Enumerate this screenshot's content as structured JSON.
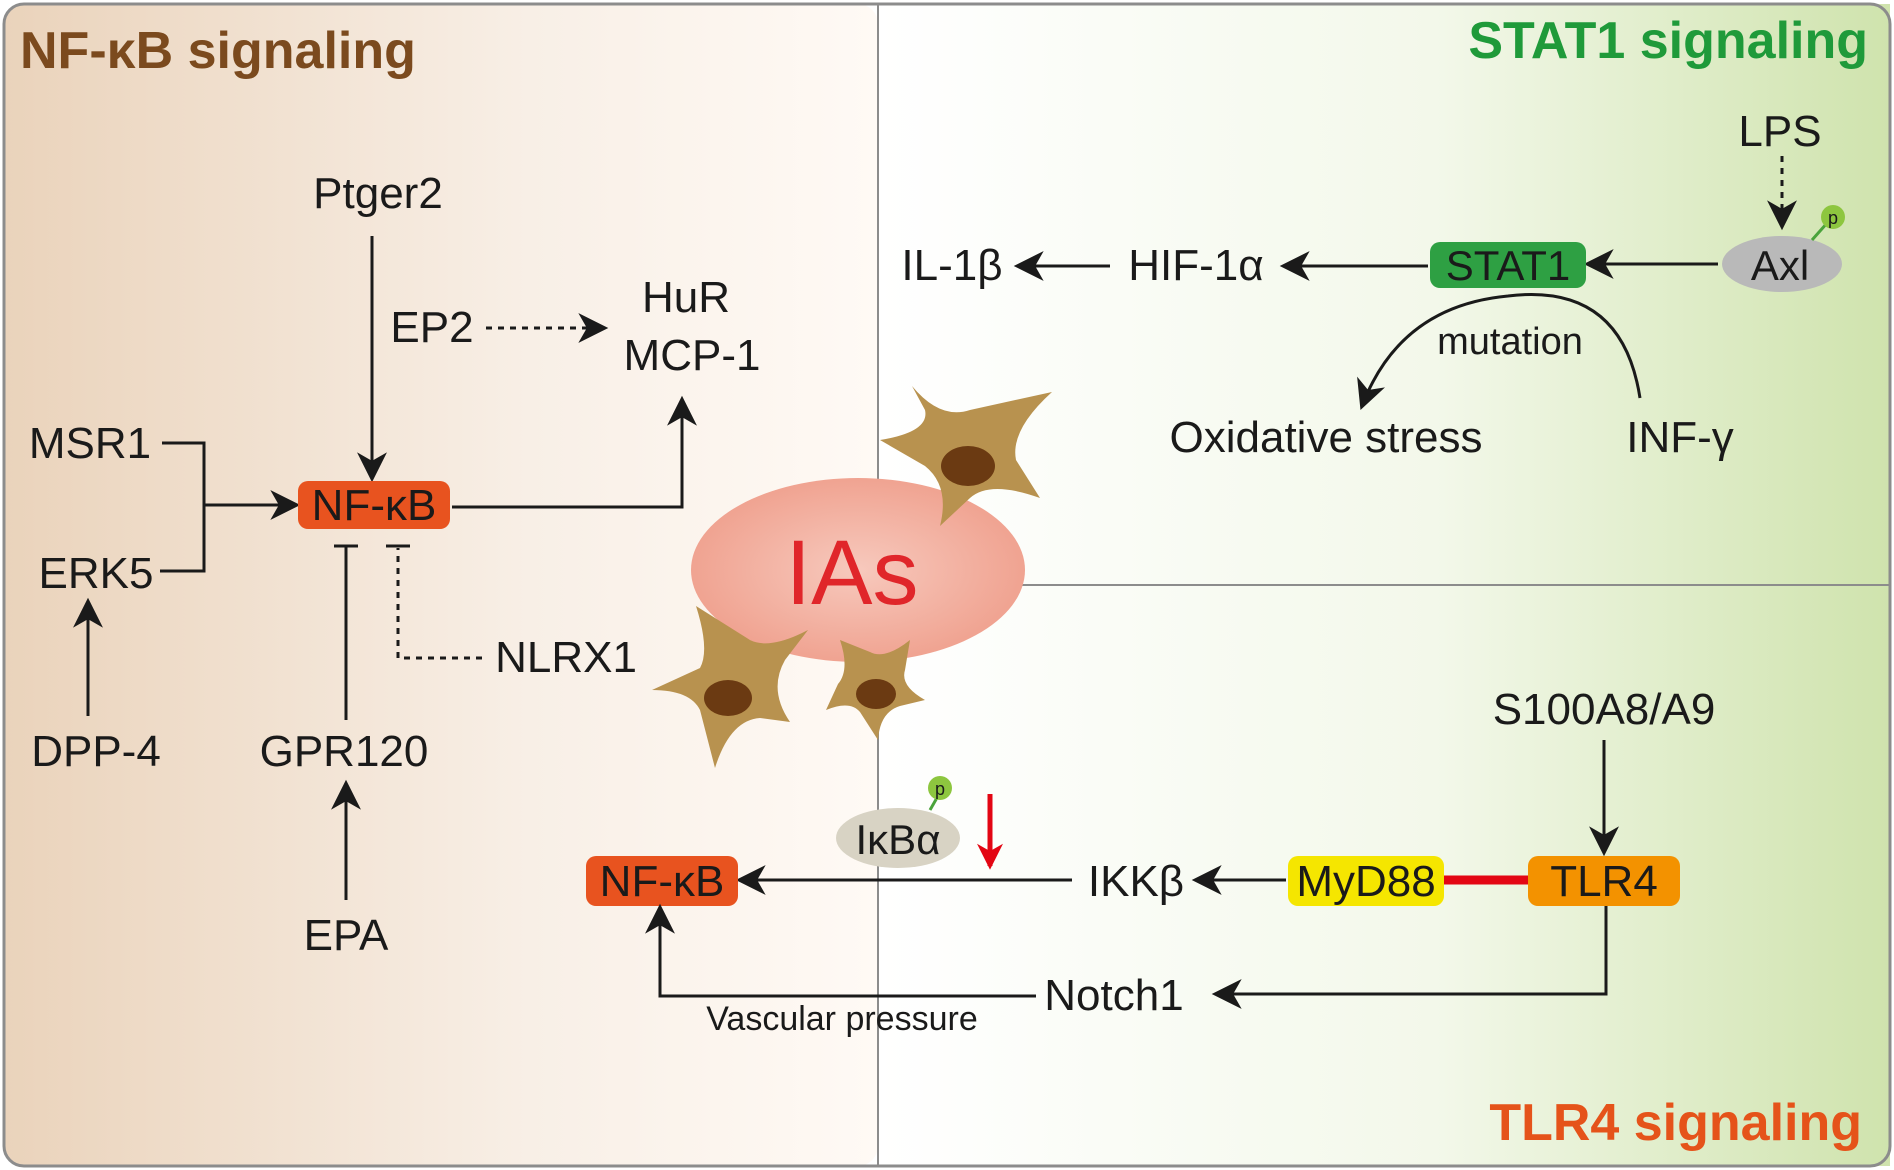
{
  "colors": {
    "nfkb_title": "#7b4a1e",
    "stat1_title": "#1f9a3a",
    "tlr4_title": "#e5531a",
    "nfkb_box": "#e8531f",
    "stat1_box": "#2ea043",
    "myd88_box": "#f5e600",
    "tlr4_box": "#f39200",
    "ias_fill": "#f2a99a",
    "ias_text": "#e0262a",
    "cell_fill": "#b8924f",
    "nucleus_fill": "#6b3a12",
    "red_arrow": "#e30613",
    "red_link": "#e30613",
    "phospho": "#8dc63f"
  },
  "panels": {
    "nfkb": {
      "title": "NF-κB signaling"
    },
    "stat1": {
      "title": "STAT1 signaling"
    },
    "tlr4": {
      "title": "TLR4 signaling"
    }
  },
  "center": {
    "label": "IAs"
  },
  "nfkb_panel": {
    "ptger2": "Ptger2",
    "ep2": "EP2",
    "hur": "HuR",
    "mcp1": "MCP-1",
    "msr1": "MSR1",
    "erk5": "ERK5",
    "nfkb": "NF-κB",
    "nlrx1": "NLRX1",
    "dpp4": "DPP-4",
    "gpr120": "GPR120",
    "epa": "EPA"
  },
  "stat1_panel": {
    "lps": "LPS",
    "axl": "Axl",
    "phospho": "p",
    "stat1": "STAT1",
    "hif1a": "HIF-1α",
    "il1b": "IL-1β",
    "mutation": "mutation",
    "oxidative_stress": "Oxidative stress",
    "inf_gamma": "INF-γ"
  },
  "tlr4_panel": {
    "s100": "S100A8/A9",
    "tlr4": "TLR4",
    "myd88": "MyD88",
    "ikkb": "IKKβ",
    "ikba": "IκBα",
    "phospho": "p",
    "nfkb": "NF-κB",
    "notch1": "Notch1",
    "vascular_pressure": "Vascular pressure"
  }
}
